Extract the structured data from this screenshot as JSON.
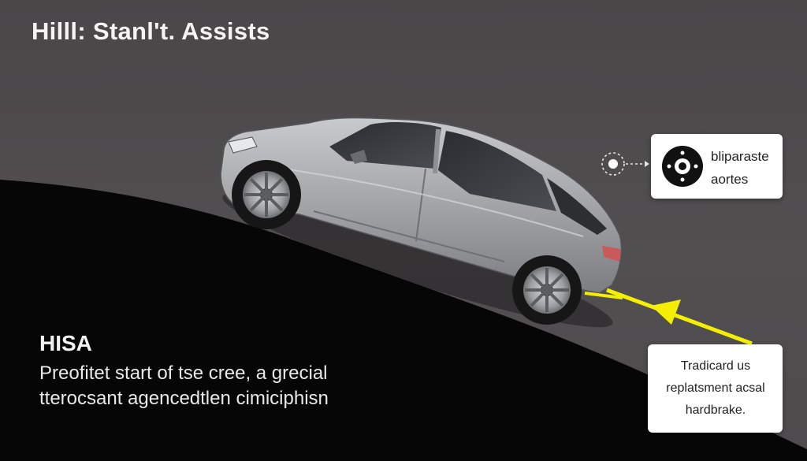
{
  "header": {
    "title": "Hilll: Stanl't. Assists"
  },
  "info": {
    "heading": "HISA",
    "line1": "Preofitet start of tse cree, a grecial",
    "line2": "tterocsant agencedtlen cimiciphisn"
  },
  "callout_top": {
    "line1": "bliparaste",
    "line2": "aortes",
    "icon": "brake-disc-icon"
  },
  "callout_bottom": {
    "line1": "Tradicard us",
    "line2": "replatsment acsal",
    "line3": "hardbrake."
  },
  "colors": {
    "background": "#4d4a4c",
    "slope": "#060606",
    "car_body": "#a9aaad",
    "arrow": "#f4ee00",
    "card": "#ffffff"
  }
}
